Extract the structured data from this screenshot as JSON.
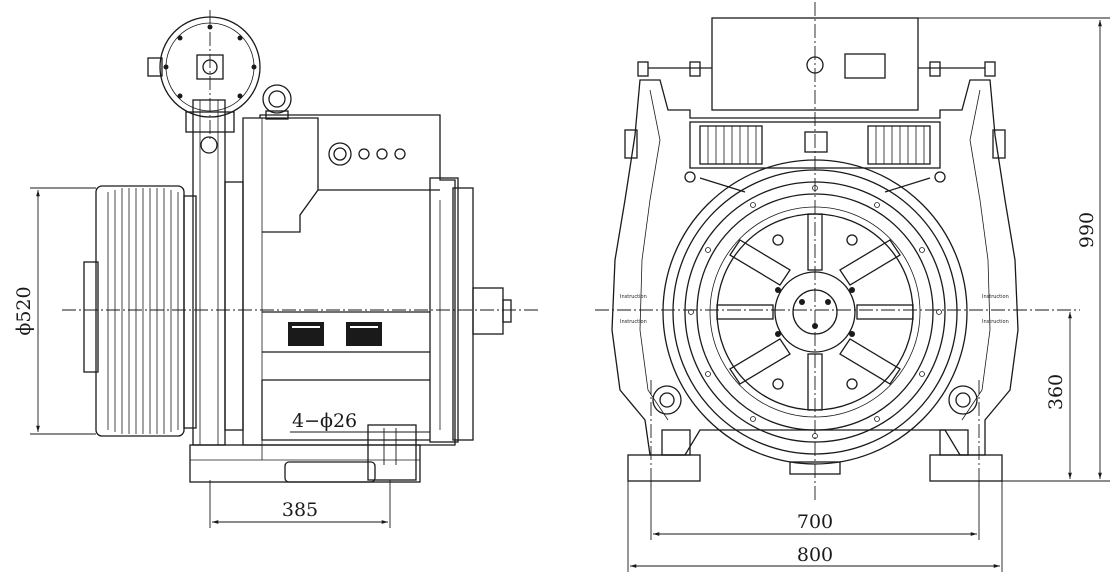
{
  "dimensions": {
    "sheave_diameter": "ϕ520",
    "mounting_holes": "4−ϕ26",
    "side_base_length": "385",
    "inner_hole_spacing": "700",
    "overall_width": "800",
    "overall_height": "990",
    "shaft_height": "360"
  },
  "colors": {
    "line": "#1a1a1a",
    "background": "#ffffff"
  }
}
